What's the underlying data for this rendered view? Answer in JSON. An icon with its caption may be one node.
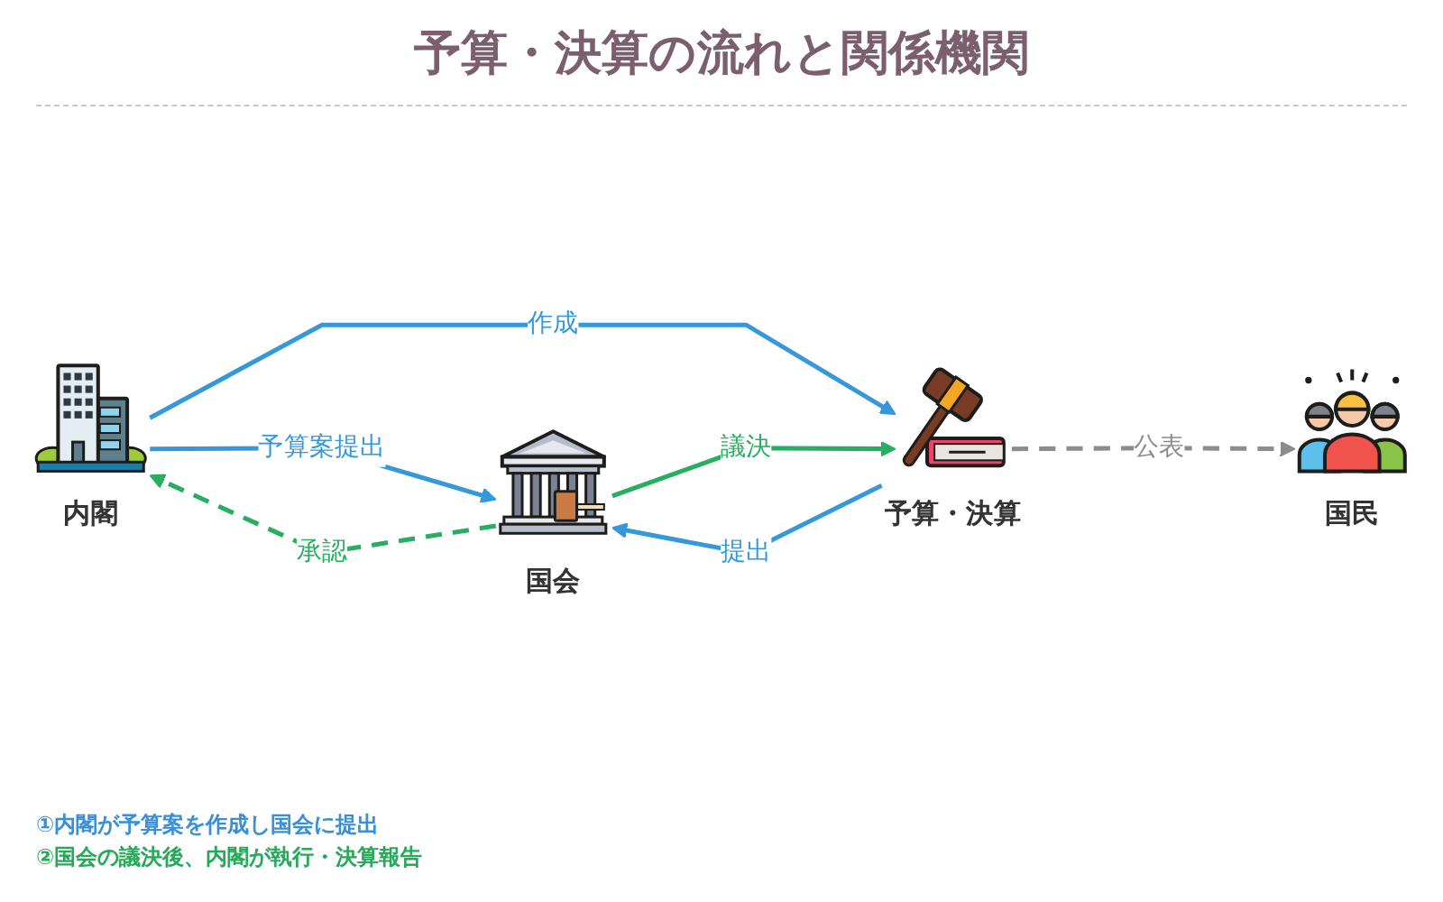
{
  "diagram": {
    "title": "予算・決算の流れと関係機関",
    "nodes": [
      {
        "text": [
          "内閣"
        ]
      },
      {
        "text": [
          "国会"
        ]
      },
      {
        "text": [
          "予算・決算"
        ]
      },
      {
        "text": [
          "国民"
        ]
      }
    ],
    "edges": [
      {
        "from": 0,
        "to": 1,
        "arrow": "to",
        "label": "予算案提出"
      },
      {
        "from": 1,
        "to": 0,
        "arrow": "to",
        "label": "承認",
        "style": "dashed",
        "color": "#27ae60"
      },
      {
        "from": 0,
        "to": 2,
        "arrow": "to",
        "label": "作成"
      },
      {
        "from": 2,
        "to": 1,
        "arrow": "to",
        "label": "提出"
      },
      {
        "from": 1,
        "to": 2,
        "arrow": "to",
        "label": "議決",
        "color": "#27ae60"
      },
      {
        "from": 2,
        "to": 3,
        "arrow": "to",
        "label": "公表",
        "style": "dashed",
        "color": "#8c8c8c"
      }
    ],
    "labels": [
      "①内閣が予算案を作成し国会に提出",
      "②国会の議決後、内閣が執行・決算報告"
    ]
  }
}
